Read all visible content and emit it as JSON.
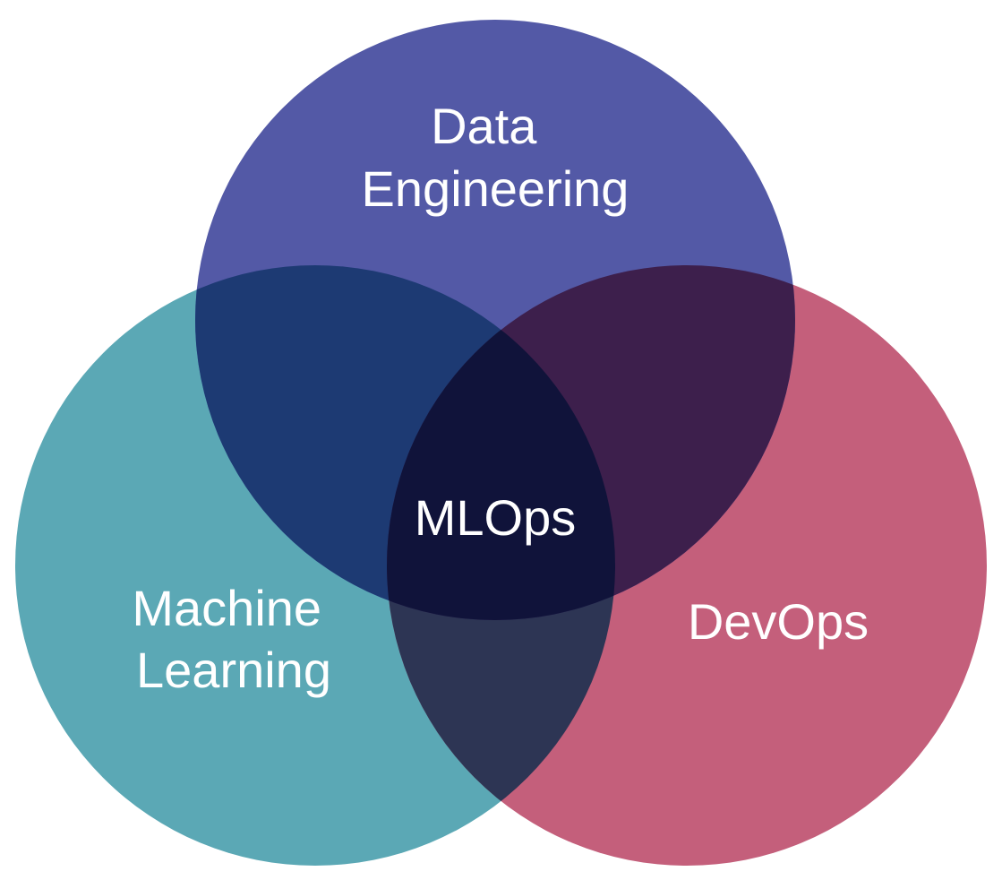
{
  "diagram": {
    "type": "venn",
    "sets": [
      {
        "id": "data-engineering",
        "label_lines": [
          "Data",
          "Engineering"
        ],
        "color": "#5359a6"
      },
      {
        "id": "machine-learning",
        "label_lines": [
          "Machine",
          "Learning"
        ],
        "color": "#5ba8b5"
      },
      {
        "id": "devops",
        "label_lines": [
          "DevOps"
        ],
        "color": "#c45f7b"
      }
    ],
    "overlaps": {
      "data-engineering_machine-learning": "#1d3a73",
      "data-engineering_devops": "#3d1f4c",
      "machine-learning_devops": "#2d3554",
      "all": "#10133a"
    },
    "center_label": "MLOps",
    "label_color": "#ffffff"
  }
}
